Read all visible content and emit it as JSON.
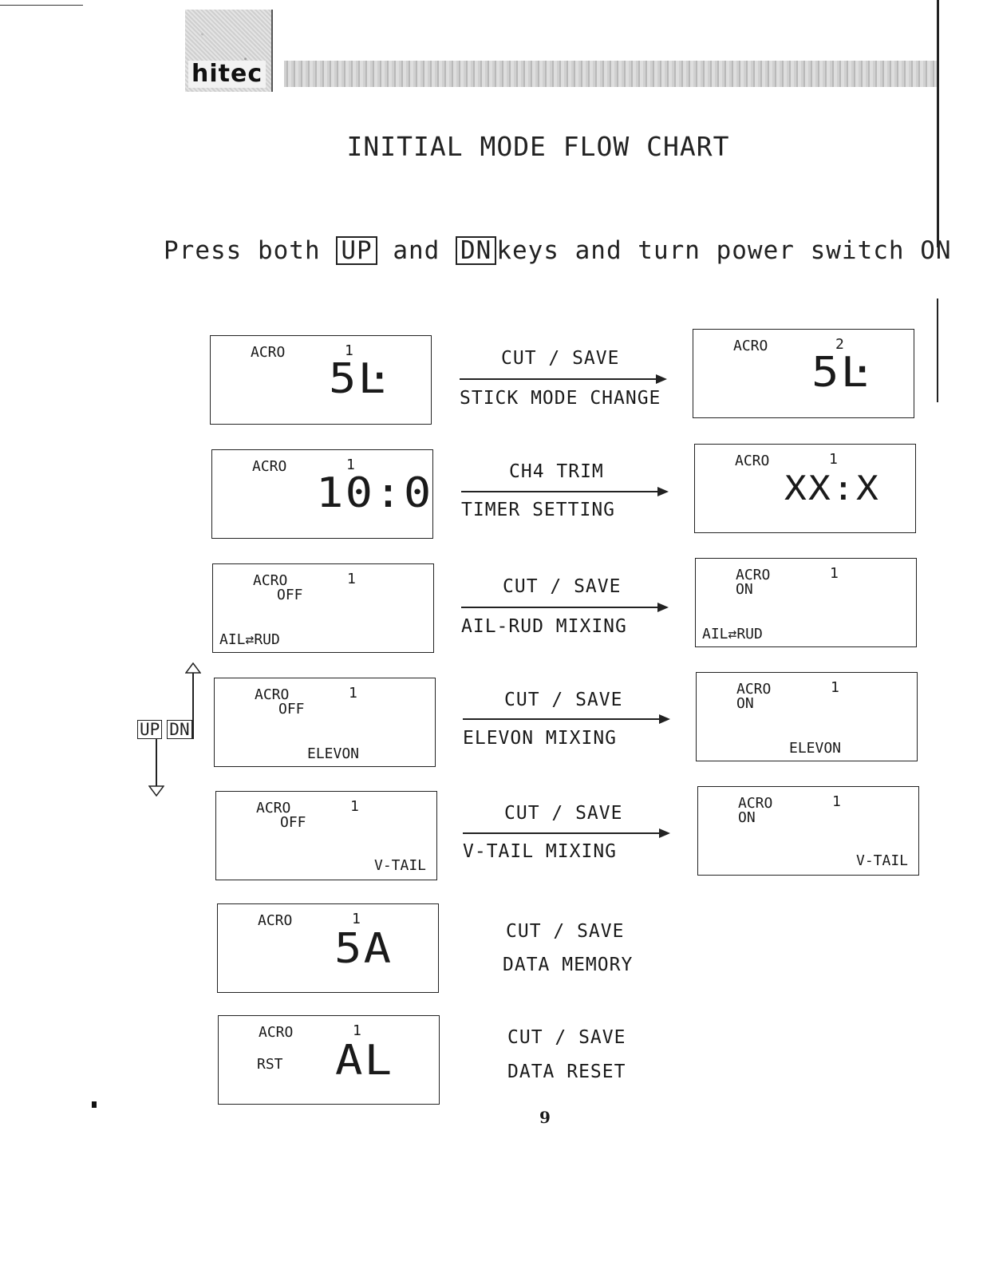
{
  "header": {
    "brand": "hitec"
  },
  "title": "INITIAL MODE FLOW CHART",
  "instruction": {
    "prefix": "Press both",
    "key_up": "UP",
    "middle": "and",
    "key_dn": "DN",
    "suffix": "keys and turn power switch ON"
  },
  "side_keys": {
    "up": "UP",
    "dn": "DN"
  },
  "rows": [
    {
      "left": {
        "model": "ACRO",
        "num": "1",
        "big": "5Ŀ"
      },
      "action": "CUT / SAVE",
      "function": "STICK MODE CHANGE",
      "right": {
        "model": "ACRO",
        "num": "2",
        "big": "5Ŀ"
      }
    },
    {
      "left": {
        "model": "ACRO",
        "num": "1",
        "big": "10:0"
      },
      "action": "CH4 TRIM",
      "function": "TIMER SETTING",
      "right": {
        "model": "ACRO",
        "num": "1",
        "big": "XX:X"
      }
    },
    {
      "left": {
        "model": "ACRO",
        "num": "1",
        "state": "OFF",
        "foot": "AIL⇄RUD"
      },
      "action": "CUT / SAVE",
      "function": "AIL-RUD MIXING",
      "right": {
        "model": "ACRO",
        "num": "1",
        "state": "ON",
        "foot": "AIL⇄RUD"
      }
    },
    {
      "left": {
        "model": "ACRO",
        "num": "1",
        "state": "OFF",
        "foot": "ELEVON"
      },
      "action": "CUT / SAVE",
      "function": "ELEVON MIXING",
      "right": {
        "model": "ACRO",
        "num": "1",
        "state": "ON",
        "foot": "ELEVON"
      }
    },
    {
      "left": {
        "model": "ACRO",
        "num": "1",
        "state": "OFF",
        "foot": "V-TAIL"
      },
      "action": "CUT / SAVE",
      "function": "V-TAIL MIXING",
      "right": {
        "model": "ACRO",
        "num": "1",
        "state": "ON",
        "foot": "V-TAIL"
      }
    },
    {
      "left": {
        "model": "ACRO",
        "num": "1",
        "big": "5A"
      },
      "action": "CUT / SAVE",
      "function": "DATA MEMORY"
    },
    {
      "left": {
        "model": "ACRO",
        "num": "1",
        "big": "AL",
        "sub": "RST"
      },
      "action": "CUT / SAVE",
      "function": "DATA RESET"
    }
  ],
  "page_number": "9"
}
